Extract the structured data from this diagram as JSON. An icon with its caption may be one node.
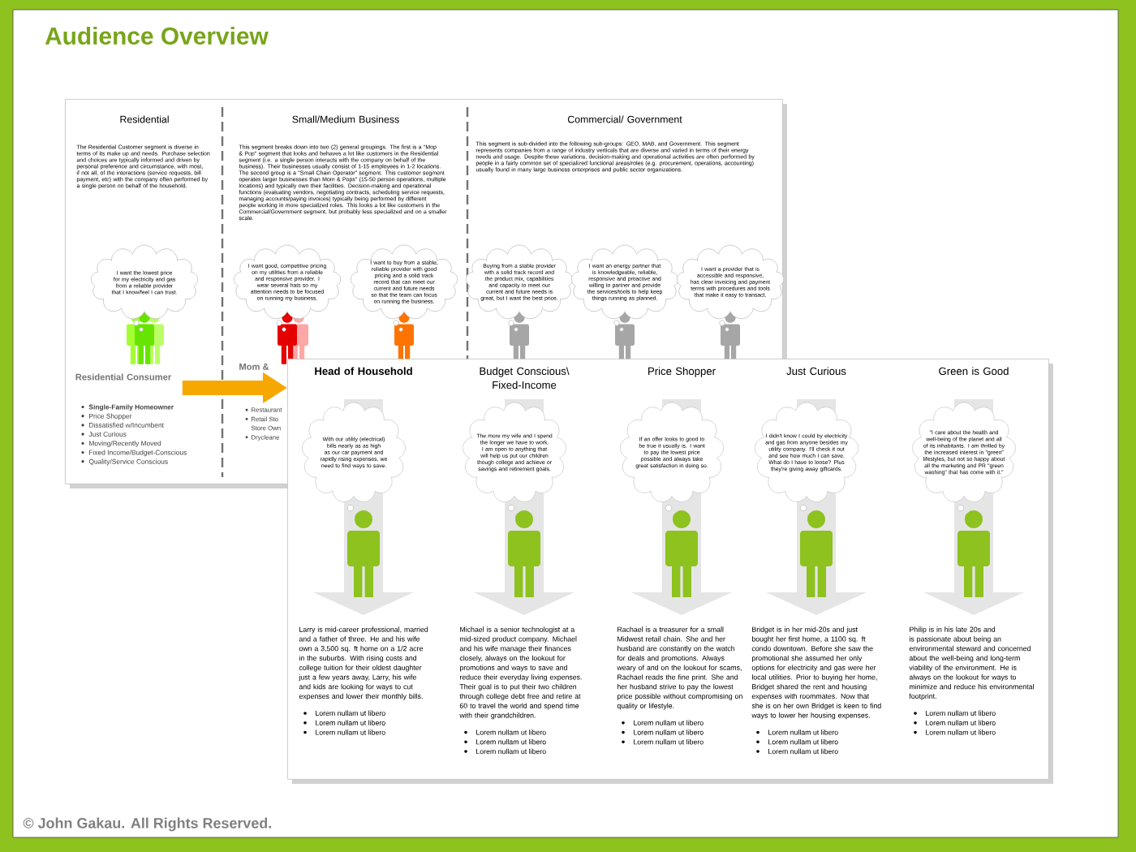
{
  "diagram": {
    "title": "Audience Overview",
    "nodes": [
      {
        "text": [],
        "shape": "box"
      },
      {
        "text": [
          "Residential",
          "The Residential Customer segment is diverse in terms of its make up and needs. Purchase selection and choices are typically informed and driven by personal preference and circumstance, with most, if not all, of the interactions (service requests, bill payment, etc) with the company often performed by a single person on behalf of the household."
        ],
        "in": 0
      },
      {
        "text": [
          "Small/Medium Business",
          "This segment breaks down into two (2) general groupings. The first is a \"Mop & Pop\" segment that looks and behaves a lot like customers in the Residential segment (i.e. a single person interacts with the company on behalf of the business). Their businesses usually consist of 1-15 employees in 1-2 locations. The second group is a \"Small Chain Operator\" segment. This customer segment operates larger businesses than Mom & Pops\" (15-50 person operations, multiple locations) and typically own their facilities. Decision-making and operational functions (evaluating vendors, negotiating contracts, scheduling service requests, managing accounts/paying invoices) typically being performed by different people working in more specialized roles. This looks a lot like customers in the Commercial/Government segment, but probably less specialized and on a smaller scale."
        ],
        "in": 0
      },
      {
        "text": [
          "Commercial/ Government",
          "This segment is sub-divided into the following sub-groups: GEO, MAB, and Government. This segment represents companies from a range of industry verticals that are diverse and varied in terms of their energy needs and usage. Despite these variations, decision-making and operational activities are often performed by people in a fairly common set of specialized functional areas/roles (e.g. procurement, operations, accounting) usually found in many large business enterprises and public sector organizations."
        ],
        "in": 0
      },
      {
        "text": [
          "I want the lowest price for my electricity and gas from a reliable provider that I know/feel I can trust."
        ],
        "in": 0
      },
      {
        "text": [
          "I want good, competitive pricing on my utilities from a reliable and responsive provider. I wear several hats so my attention needs to be focused on running my business."
        ],
        "in": 0
      },
      {
        "text": [
          "I want to buy from a stable, reliable provider with good pricing and a solid track record that can meet our current and future needs so that the team can focus on running the business."
        ],
        "in": 0
      },
      {
        "text": [
          "Buying from a stable provider with a solid track record and the product mix, capabilities and capacity to meet our current and future needs is great, but I want the best price."
        ],
        "in": 0
      },
      {
        "text": [
          "I want an energy partner that is knowledgeable, reliable, responsive and proactive and willing to partner and provide the services/tools to help keep things running as planned."
        ],
        "in": 0
      },
      {
        "text": [
          "I want a provider that is accessible and responsive, has clear invoicing and payment terms with procedures and tools that make it easy to transact."
        ],
        "in": 0
      },
      {
        "text": [
          "Residential Consumer",
          "Single-Family Homeowner",
          "Price Shopper",
          "Dissatisfied w/Incumbent",
          "Just Curious",
          "Moving/Recently Moved",
          "Fixed Income/Budget-Conscious",
          "Quality/Service Conscious"
        ],
        "in": 0
      },
      {
        "text": [],
        "shape": "box"
      },
      {
        "text": [
          "Head of Household",
          "With our utility (electrical) bills nearly as as high as our car payment and rapidly rising expenses, we need to find ways to save.",
          "Larry is mid-career professional, married and a father of three. He and his wife own a 3,500 sq. ft home on a 1/2 acre in the suburbs. With rising costs and college tuition for their oldest daughter just a few years away, Larry, his wife and kids are looking for ways to cut expenses and lower their monthly bills.",
          "Lorem nullam ut libero",
          "Lorem nullam ut libero",
          "Lorem nullam ut libero"
        ],
        "in": 11
      },
      {
        "text": [
          "Budget Conscious\\ Fixed-Income",
          "The more my wife and I spend the longer we have to work. I am open to anything that will help us put our children though college and achieve or savings and retirement goals.",
          "Michael is a senior technologist at a mid-sized product company. Michael and his wife manage their finances closely, always on the lookout for promotions and ways to save and reduce their everyday living expenses. Their goal is to put their two children through college debt free and retire at 60 to travel the world and spend time with their grandchildren.",
          "Lorem nullam ut libero",
          "Lorem nullam ut libero",
          "Lorem nullam ut libero"
        ],
        "in": 11
      },
      {
        "text": [
          "Price Shopper",
          "If an offer looks to good to be true it usually is. I want to pay the lowest price possible and always take great satisfaction in doing so.",
          "Rachael is a treasurer for a small Midwest retail chain. She and her husband are constantly on the watch for deals and promotions. Always weary of and on the lookout for scams, Rachael reads the fine print. She and her husband strive to pay the lowest price possible without compromising on quality or lifestyle.",
          "Lorem nullam ut libero",
          "Lorem nullam ut libero",
          "Lorem nullam ut libero"
        ],
        "in": 11
      },
      {
        "text": [
          "Just Curious",
          "I didn't know I could by electricity and gas from anyone besides my utility company. I'll check it out and see how much I can save. What do I have to loose? Plus they're giving away giftcards.",
          "Bridget is in her mid-20s and just bought her first home, a 1100 sq. ft condo downtown. Before she saw the promotional she assumed her only options for electricity and gas were her local utilities. Prior to buying her home, Bridget shared the rent and housing expenses with roommates. Now that she is on her own Bridget is keen to find ways to lower her housing expenses.",
          "Lorem nullam ut libero",
          "Lorem nullam ut libero",
          "Lorem nullam ut libero"
        ],
        "in": 11
      },
      {
        "text": [
          "Green is Good",
          "\"I care about the health and well-being of the planet and all of its inhabitants. I am thrilled by the increased interest in \"green\" lifestyles, but not so happy about all the marketing and PR \"green washing\" that has come with it.\"",
          "Philip is in his late 20s and is passionate about being an environmental steward and concerned about the well-being and long-term viability of the environment. He is always on the lookout for ways to minimize and reduce his environmental footprint.",
          "Lorem nullam ut libero",
          "Lorem nullam ut libero",
          "Lorem nullam ut libero"
        ],
        "in": 11
      }
    ],
    "edges": [
      {
        "from": 10,
        "to": 11,
        "arrow": "to",
        "color": "#f7a800"
      }
    ],
    "labels": [
      "Mom &",
      "Restaurant",
      "Retail Sto",
      "Store Own",
      "Drycleane",
      "© John Gakau. All Rights Reserved."
    ]
  }
}
